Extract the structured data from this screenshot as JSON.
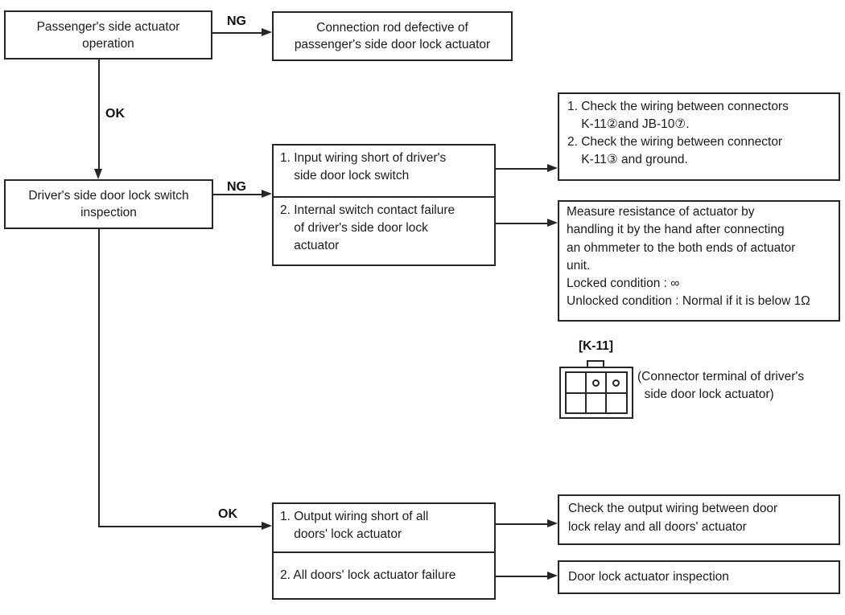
{
  "diagram": {
    "nodes": {
      "passenger": "Passenger's side actuator\noperation",
      "connection_rod": "Connection rod defective of\npassenger's side door lock actuator",
      "driver_switch": "Driver's side door lock switch\ninspection",
      "ng_cause_1": "1. Input wiring short of driver's\n    side door lock switch",
      "ng_cause_2": "2. Internal switch contact failure\n    of driver's side door lock\n    actuator",
      "check_wiring": "1. Check the wiring between connectors\n    K-11②and JB-10⑦.\n2. Check the wiring between connector\n    K-11③ and ground.",
      "measure_resistance": "Measure resistance of actuator by\nhandling it by the hand after connecting\nan ohmmeter to the both ends of actuator\nunit.\nLocked condition : ∞\nUnlocked condition : Normal if it is below 1Ω",
      "ok_cause_1": "1. Output wiring short of all\n    doors' lock actuator",
      "ok_cause_2": "2. All doors' lock actuator failure",
      "check_output": "Check the output wiring between door\nlock relay and all doors' actuator",
      "door_inspection": "Door lock actuator inspection"
    },
    "edges": {
      "ng_top": "NG",
      "ok_top": "OK",
      "ng_mid": "NG",
      "ok_bottom": "OK"
    },
    "connector": {
      "label": "[K-11]",
      "caption": "(Connector terminal of driver's\n  side door lock actuator)"
    }
  }
}
